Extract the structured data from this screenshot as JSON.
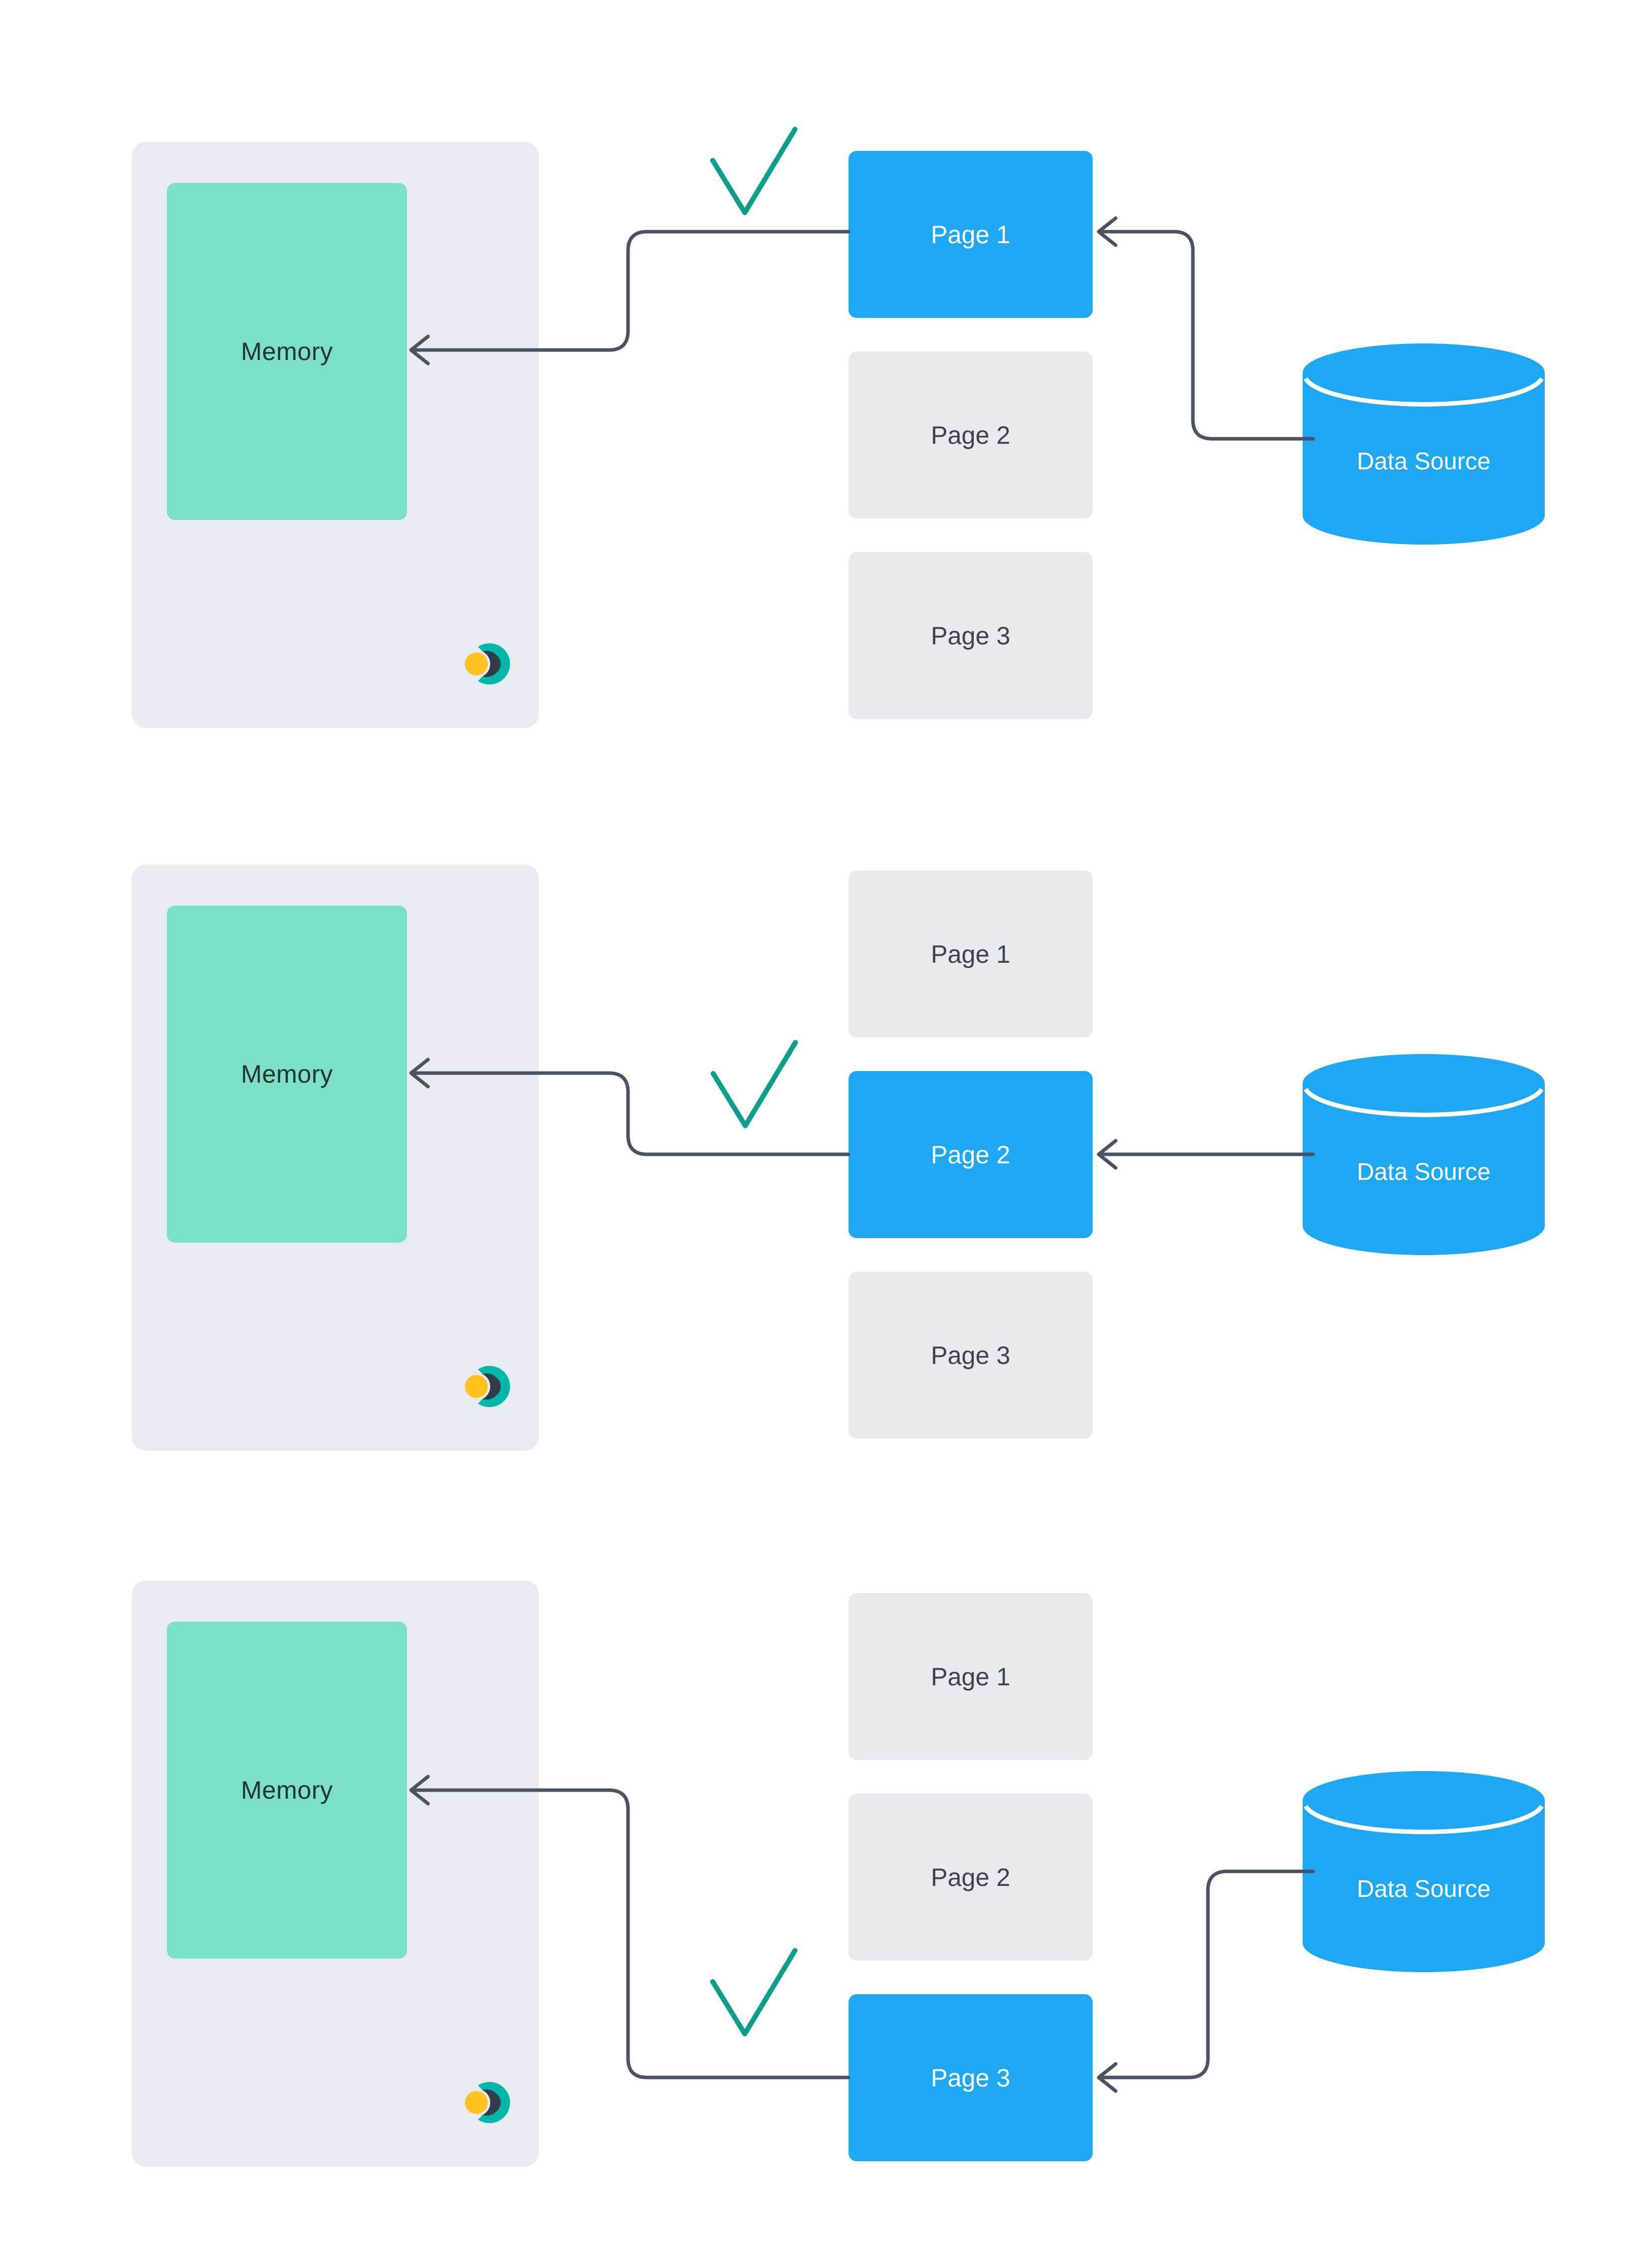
{
  "colors": {
    "bg": "#FFFFFF",
    "accent_blue": "#1EA7F2",
    "teal_fill": "#7CE0C8",
    "container_gray": "#E9EBF2",
    "page_gray": "#E8EAF0",
    "arrow_gray": "#4A5363",
    "check_teal": "#0A9E8B",
    "logo_teal": "#00B8A9",
    "logo_dark": "#333C4B",
    "logo_yellow": "#FFC21E",
    "text_dark": "#233530",
    "page_text": "#3B4350"
  },
  "icons": {
    "logo": "educative-logo-icon",
    "check": "checkmark-icon",
    "arrow": "left-arrow-icon"
  },
  "panels": [
    {
      "memory_label": "Memory",
      "datasource_label": "Data Source",
      "pages": [
        {
          "label": "Page 1",
          "state": "active"
        },
        {
          "label": "Page 2",
          "state": ""
        },
        {
          "label": "Page 3",
          "state": ""
        }
      ]
    },
    {
      "memory_label": "Memory",
      "datasource_label": "Data Source",
      "pages": [
        {
          "label": "Page 1",
          "state": ""
        },
        {
          "label": "Page 2",
          "state": "active"
        },
        {
          "label": "Page 3",
          "state": ""
        }
      ]
    },
    {
      "memory_label": "Memory",
      "datasource_label": "Data Source",
      "pages": [
        {
          "label": "Page 1",
          "state": ""
        },
        {
          "label": "Page 2",
          "state": ""
        },
        {
          "label": "Page 3",
          "state": "active"
        }
      ]
    }
  ]
}
